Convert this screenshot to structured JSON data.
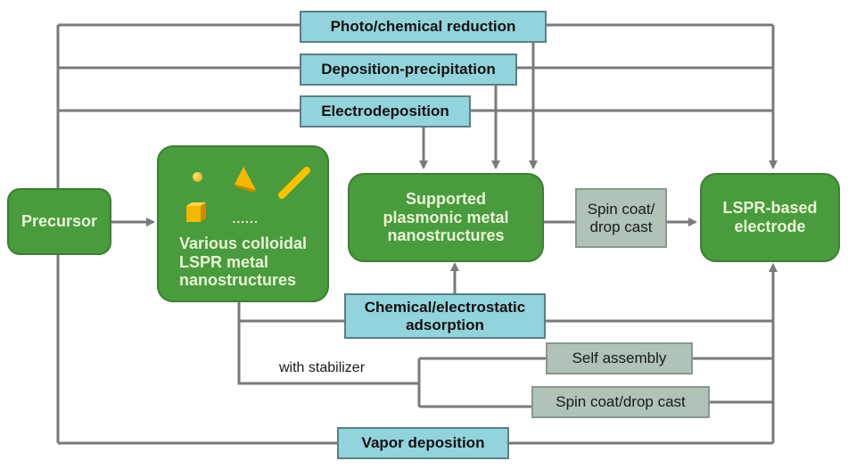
{
  "diagram": {
    "colors": {
      "process_node": "#4a9a3e",
      "method_node": "#93d3dc",
      "step_node": "#b0c3b6",
      "connector": "#7a7a7a",
      "nanoparticle": "#f5b800"
    },
    "nodes": {
      "precursor": "Precursor",
      "colloidal": "Various colloidal\nLSPR metal\nnanostructures",
      "colloidal_ellipsis": "......",
      "supported": "Supported\nplasmonic metal\nnanostructures",
      "electrode": "LSPR-based\nelectrode",
      "photo_chemical_reduction": "Photo/chemical reduction",
      "deposition_precipitation": "Deposition-precipitation",
      "electrodeposition": "Electrodeposition",
      "spin_coat_drop_cast_1": "Spin coat/\ndrop cast",
      "chemical_electrostatic_adsorption": "Chemical/electrostatic\nadsorption",
      "self_assembly": "Self assembly",
      "spin_coat_drop_cast_2": "Spin coat/drop cast",
      "vapor_deposition": "Vapor deposition"
    },
    "labels": {
      "with_stabilizer": "with stabilizer"
    },
    "nanoparticle_shapes": [
      "sphere-icon",
      "triangle-icon",
      "rod-icon",
      "cube-icon"
    ],
    "edges": [
      {
        "from": "Precursor",
        "to": "Various colloidal LSPR metal nanostructures"
      },
      {
        "from": "Precursor",
        "via": "Photo/chemical reduction",
        "to": "Supported plasmonic metal nanostructures"
      },
      {
        "from": "Precursor",
        "via": "Photo/chemical reduction",
        "to": "LSPR-based electrode"
      },
      {
        "from": "Precursor",
        "via": "Deposition-precipitation",
        "to": "Supported plasmonic metal nanostructures"
      },
      {
        "from": "Precursor",
        "via": "Deposition-precipitation",
        "to": "LSPR-based electrode"
      },
      {
        "from": "Precursor",
        "via": "Electrodeposition",
        "to": "Supported plasmonic metal nanostructures"
      },
      {
        "from": "Precursor",
        "via": "Electrodeposition",
        "to": "LSPR-based electrode"
      },
      {
        "from": "Supported plasmonic metal nanostructures",
        "via": "Spin coat/drop cast",
        "to": "LSPR-based electrode"
      },
      {
        "from": "Various colloidal LSPR metal nanostructures",
        "via": "Chemical/electrostatic adsorption",
        "to": "Supported plasmonic metal nanostructures"
      },
      {
        "from": "Various colloidal LSPR metal nanostructures",
        "via": "Chemical/electrostatic adsorption",
        "to": "LSPR-based electrode"
      },
      {
        "from": "Various colloidal LSPR metal nanostructures",
        "label": "with stabilizer",
        "via": "Self assembly",
        "to": "LSPR-based electrode"
      },
      {
        "from": "Various colloidal LSPR metal nanostructures",
        "label": "with stabilizer",
        "via": "Spin coat/drop cast",
        "to": "LSPR-based electrode"
      },
      {
        "from": "Precursor",
        "via": "Vapor deposition",
        "to": "LSPR-based electrode"
      }
    ]
  }
}
